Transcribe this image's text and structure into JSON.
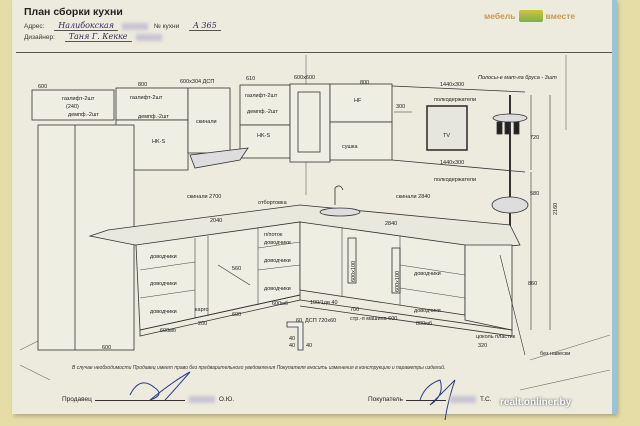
{
  "header": {
    "title": "План сборки кухни",
    "address_label": "Адрес:",
    "address_value": "Налибокская",
    "kitchen_no_label": "№ кухни",
    "kitchen_no_value": "A 365",
    "designer_label": "Дизайнер:",
    "designer_value": "Таня Г. Кекке"
  },
  "logo": {
    "left": "мебель",
    "right": "вместе"
  },
  "drawing": {
    "labels": {
      "w600a": "600",
      "w800a": "800",
      "dsp": "600x304 ДСП",
      "w610": "610",
      "w600x600": "600x600",
      "w800b": "800",
      "shelf_top": "1440x300",
      "gaslift1": "газлифт-2шт",
      "g240": "(240)",
      "damp1": "демпф.-2шт",
      "gaslift2": "газлифт-2шт",
      "damp2": "демпф.-2шт",
      "hks1": "HK-S",
      "skinali1": "скинали",
      "gaslift3": "газлифт-2шт",
      "damp3": "демпф.-2шт",
      "hks2": "HK-S",
      "hf": "HF",
      "sushka": "сушка",
      "w300": "300",
      "holders1": "полкодержатели",
      "tv": "TV",
      "h720": "720",
      "shelf_bottom": "1440x300",
      "holders2": "полкодержатели",
      "h580": "580",
      "h2160": "2160",
      "skinali2700": "скинали 2700",
      "skinali2840": "скинали 2840",
      "otbort": "отбортовка",
      "w2040": "2040",
      "w2840": "2840",
      "dov1": "доводчики",
      "dov2": "доводчики",
      "dov3": "доводчики",
      "potok": "п/поток",
      "dov4": "доводчики",
      "dov5": "доводчики",
      "dov6": "доводчики",
      "d560": "560",
      "kargo": "карго",
      "w200": "200",
      "w600c": "600",
      "mb600a": "600мб",
      "mb600b": "600мб",
      "w600d": "600",
      "p100": "100/1дв 40",
      "r600a": "600x100",
      "r600b": "600x100",
      "dov7": "доводчики",
      "dov8": "доводчики",
      "w700": "700",
      "dish": "стр.-я машина 600",
      "mb800": "800мб",
      "h860": "860",
      "cokol": "цоколь пластик",
      "w320": "320",
      "dsp2": "ДСП 720x60",
      "s60": "60",
      "s40a": "40",
      "s40b": "40",
      "s40c": "40",
      "no_hang": "без навески",
      "note_hand": "Полосы-е мат-ла бруса - 3шт"
    }
  },
  "footer": {
    "notice": "В случае необходимости Продавец имеет право без предварительного уведомления Покупателя вносить изменения в конструкцию и параметры изделий.",
    "seller_label": "Продавец",
    "seller_name": "О.Ю.",
    "buyer_label": "Покупатель",
    "buyer_name": "Т.С."
  },
  "watermark": "realt.onliner.by"
}
